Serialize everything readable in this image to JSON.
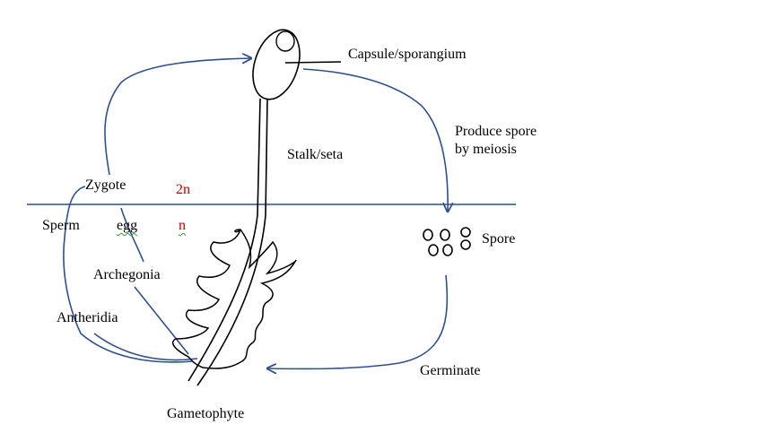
{
  "labels": {
    "capsule": "Capsule/sporangium",
    "produce_spore": "Produce spore\nby meiosis",
    "stalk": "Stalk/seta",
    "zygote": "Zygote",
    "two_n": "2n",
    "sperm": "Sperm",
    "egg": "egg",
    "n": "n",
    "spore": "Spore",
    "archegonia": "Archegonia",
    "antheridia": "Antheridia",
    "germinate": "Germinate",
    "gametophyte": "Gametophyte"
  },
  "colors": {
    "arrow": "#2f4f8f",
    "divider": "#2f4f8f",
    "ploidy_text": "#c00000",
    "outline": "#000000"
  }
}
